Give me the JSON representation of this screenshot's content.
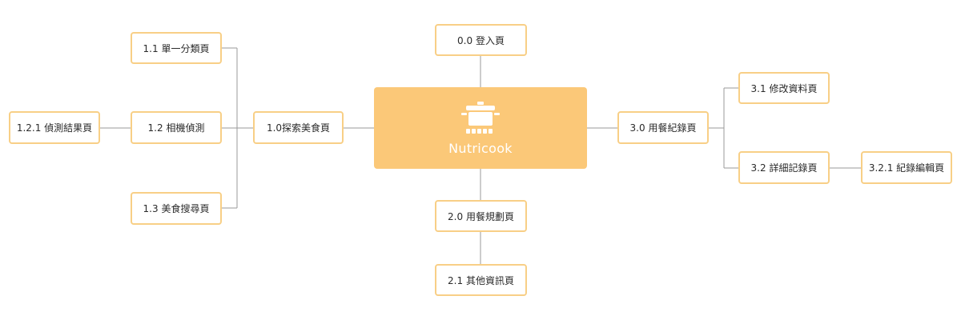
{
  "root": {
    "title": "Nutricook",
    "icon": "pot-icon"
  },
  "nodes": {
    "n00": "0.0 登入頁",
    "n10": "1.0探索美食頁",
    "n11": "1.1 單一分類頁",
    "n12": "1.2 相機偵測",
    "n121": "1.2.1 偵測結果頁",
    "n13": "1.3 美食搜尋頁",
    "n20": "2.0 用餐規劃頁",
    "n21": "2.1 其他資訊頁",
    "n30": "3.0 用餐紀錄頁",
    "n31": "3.1 修改資料頁",
    "n32": "3.2 詳細記錄頁",
    "n321": "3.2.1 紀錄編輯頁"
  },
  "colors": {
    "root_fill": "#fbc878",
    "node_border": "#f8cf86",
    "connector": "#9a9a9a",
    "text": "#2b2b2b"
  }
}
